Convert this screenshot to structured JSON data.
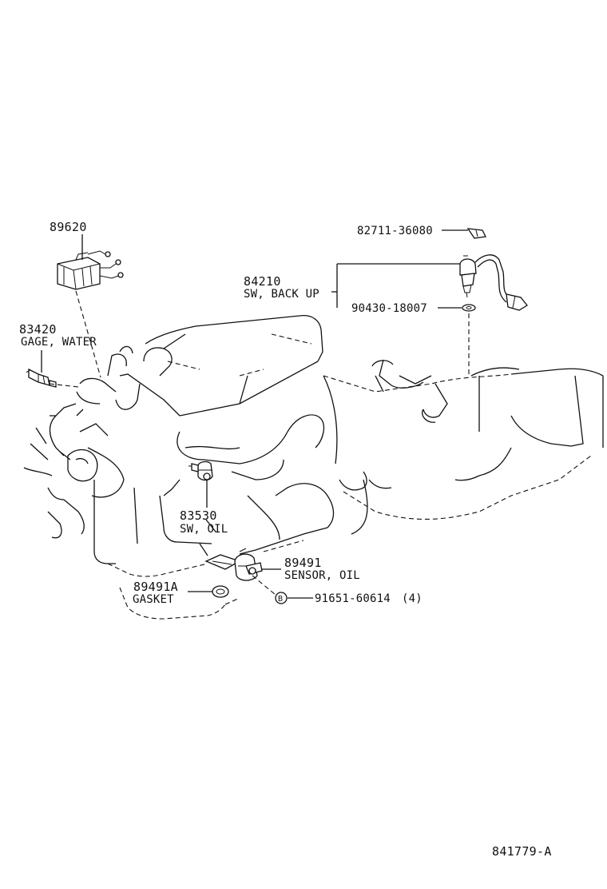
{
  "diagram": {
    "parts": [
      {
        "id": "p89620",
        "number": "89620",
        "description": ""
      },
      {
        "id": "p83420",
        "number": "83420",
        "description": "GAGE, WATER"
      },
      {
        "id": "p84210",
        "number": "84210",
        "description": "SW, BACK UP"
      },
      {
        "id": "p82711",
        "number": "82711-36080",
        "description": ""
      },
      {
        "id": "p90430",
        "number": "90430-18007",
        "description": ""
      },
      {
        "id": "p83530",
        "number": "83530",
        "description": "SW, OIL"
      },
      {
        "id": "p89491",
        "number": "89491",
        "description": "SENSOR, OIL"
      },
      {
        "id": "p89491a",
        "number": "89491A",
        "description": "GASKET"
      },
      {
        "id": "p91651",
        "number": "91651-60614",
        "qty": "(4)",
        "marker": "B",
        "description": ""
      }
    ],
    "figure_code": "841779-A"
  }
}
